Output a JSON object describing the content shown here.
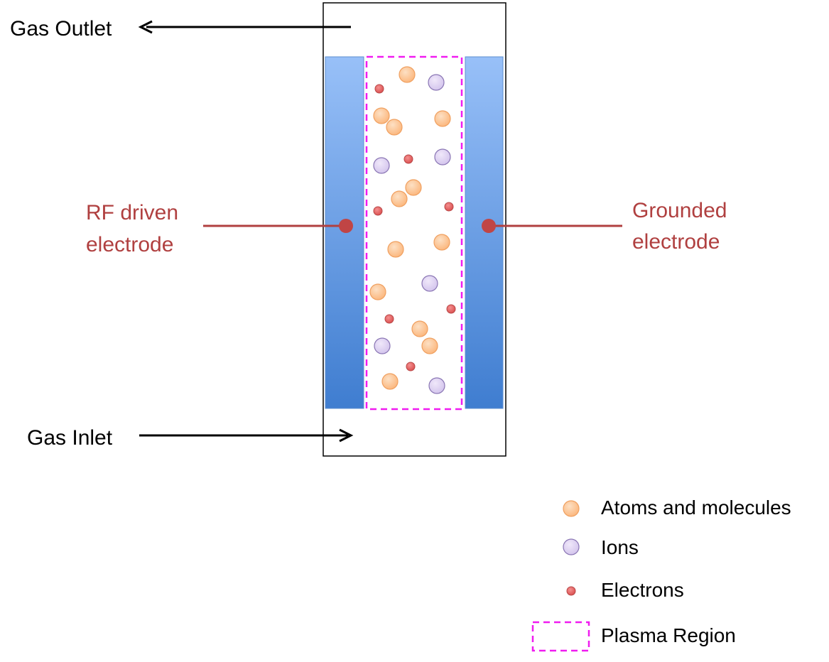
{
  "labels": {
    "gas_outlet": "Gas Outlet",
    "gas_inlet": "Gas Inlet",
    "rf_line1": "RF driven",
    "rf_line2": "electrode",
    "grounded_line1": "Grounded",
    "grounded_line2": "electrode"
  },
  "legend": {
    "atoms": "Atoms and molecules",
    "ions": "Ions",
    "electrons": "Electrons",
    "plasma": "Plasma Region"
  },
  "colors": {
    "atom_fill": "#fcc08a",
    "atom_stroke": "#f0a060",
    "ion_fill": "#ddd0f0",
    "ion_stroke": "#8a76b4",
    "electron_fill": "#e86060",
    "electron_stroke": "#b84848",
    "electrode_top": "#98c0f8",
    "electrode_bottom": "#3f7dd0",
    "plasma_border": "#f01cf0",
    "label_red": "#b04040"
  }
}
